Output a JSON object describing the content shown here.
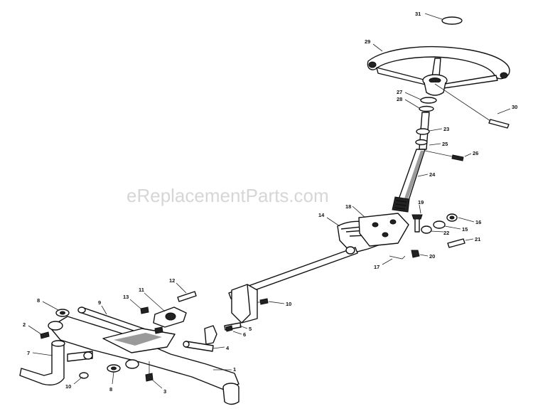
{
  "watermark": "eReplacementParts.com",
  "callouts": [
    "1",
    "2",
    "3",
    "4",
    "5",
    "6",
    "7",
    "8",
    "9",
    "10",
    "11",
    "12",
    "13",
    "14",
    "15",
    "16",
    "17",
    "18",
    "19",
    "20",
    "21",
    "22",
    "23",
    "24",
    "25",
    "26",
    "27",
    "28",
    "29",
    "30",
    "31"
  ],
  "callout_extra": {
    "label_8b": "8",
    "label_10b": "10"
  }
}
